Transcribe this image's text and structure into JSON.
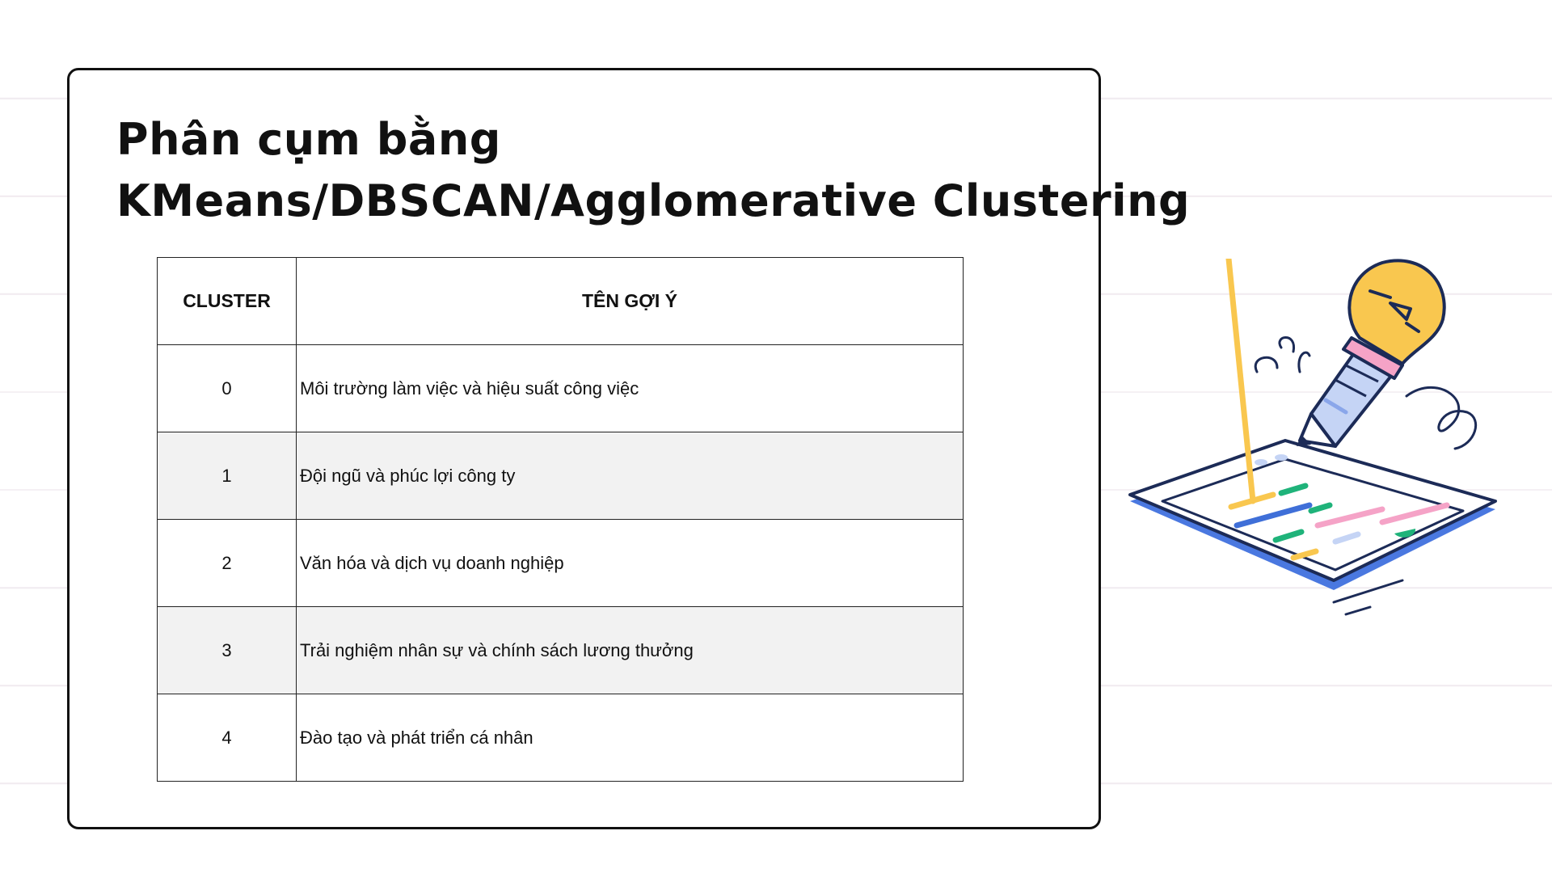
{
  "slide": {
    "title_line1": "Phân cụm bằng",
    "title_line2": "KMeans/DBSCAN/Agglomerative Clustering"
  },
  "table": {
    "headers": [
      "CLUSTER",
      "TÊN GỢI Ý"
    ],
    "rows": [
      {
        "cluster": "0",
        "name": "Môi trường làm việc và hiệu suất công việc"
      },
      {
        "cluster": "1",
        "name": "Đội ngũ và phúc lợi công ty"
      },
      {
        "cluster": "2",
        "name": "Văn hóa và dịch vụ doanh nghiệp"
      },
      {
        "cluster": "3",
        "name": "Trải nghiệm nhân sự và chính sách lương thưởng"
      },
      {
        "cluster": "4",
        "name": "Đào tạo và phát triển cá nhân"
      }
    ]
  },
  "illustration": {
    "icons": [
      "lightbulb-icon",
      "pen-icon",
      "document-tablet-icon"
    ],
    "colors": {
      "bulb": "#f9c74f",
      "pen": "#c5d4f5",
      "tablet_edge": "#4a78e0",
      "pink": "#f5a3c7",
      "green": "#1fb37a",
      "blue": "#3f6fd8",
      "yellow": "#f9c74f"
    }
  }
}
